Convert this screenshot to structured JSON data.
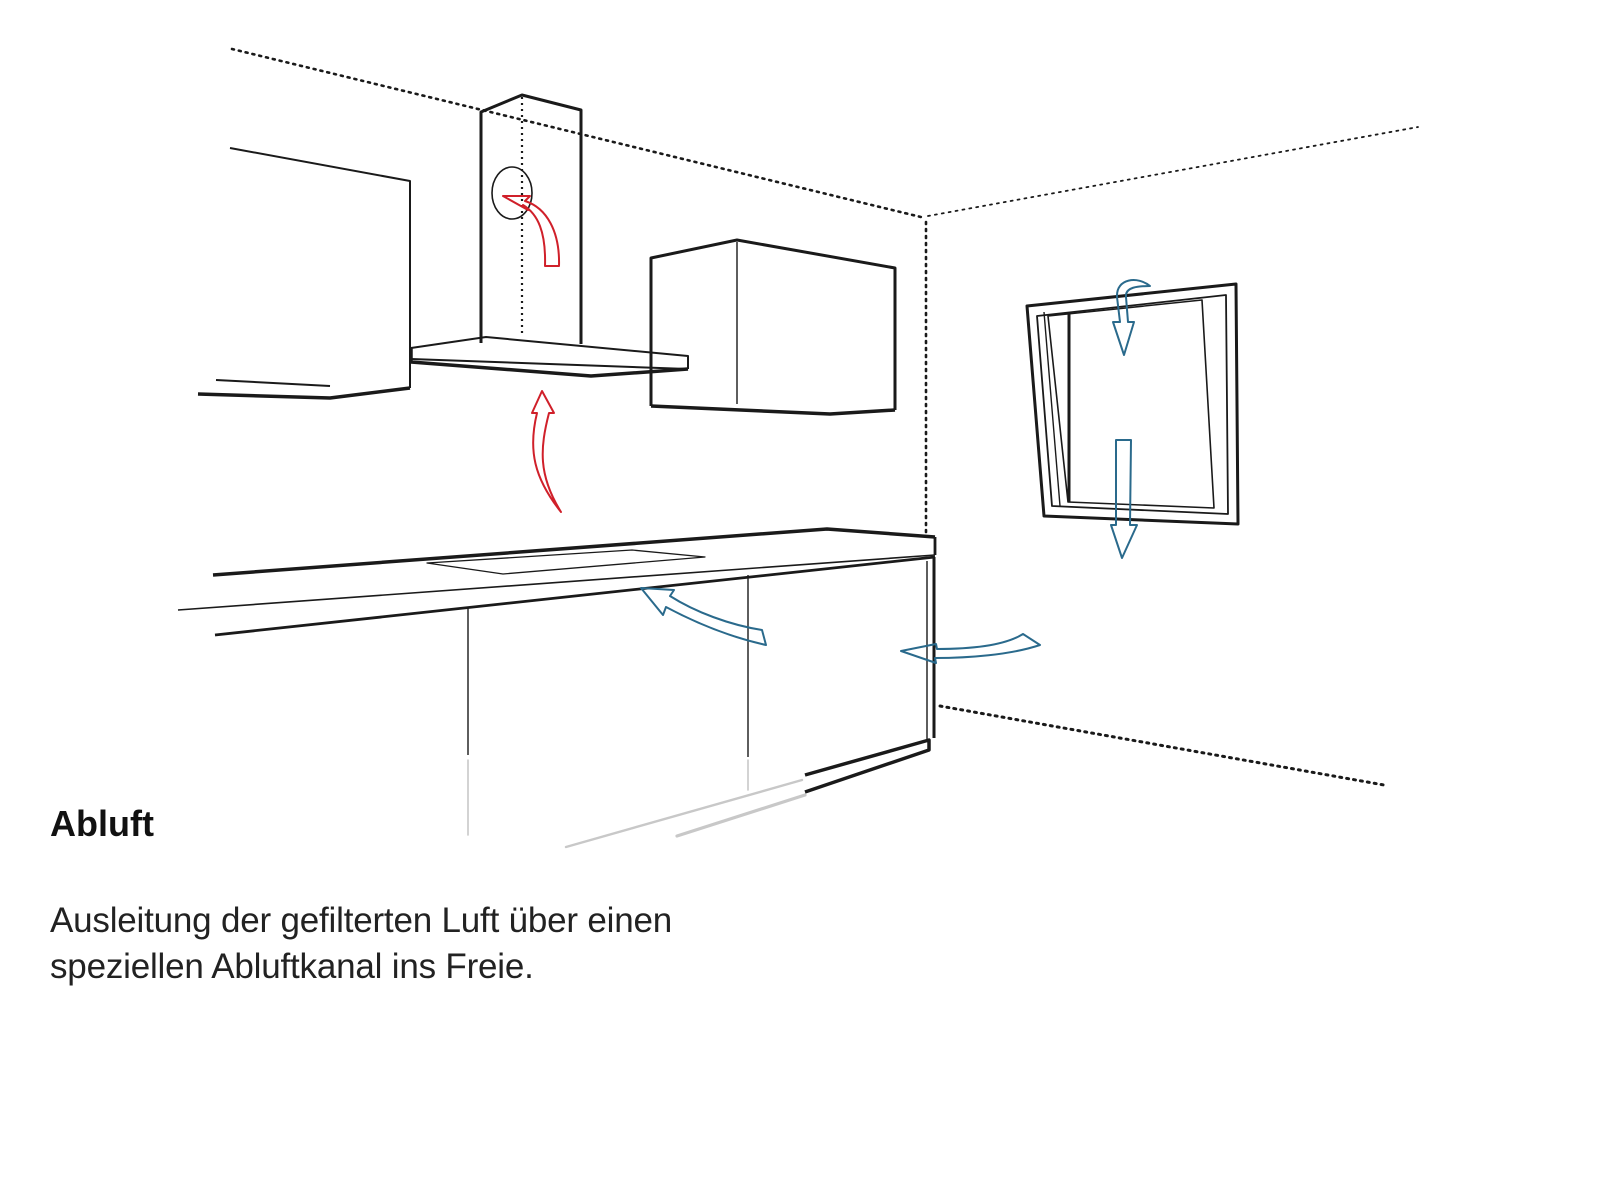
{
  "caption": {
    "title": "Abluft",
    "description": "Ausleitung der gefilterten Luft über einen speziellen Abluftkanal ins Freie."
  },
  "colors": {
    "line": "#1a1a1a",
    "exhaust_arrow": "#d0202a",
    "supply_arrow": "#2a6a8c",
    "fade_line": "#c8c8c8",
    "background": "#ffffff"
  },
  "icons": {
    "exhaust": "red-exhaust-arrow",
    "supply": "blue-fresh-air-arrow",
    "duct": "duct-opening-circle"
  }
}
